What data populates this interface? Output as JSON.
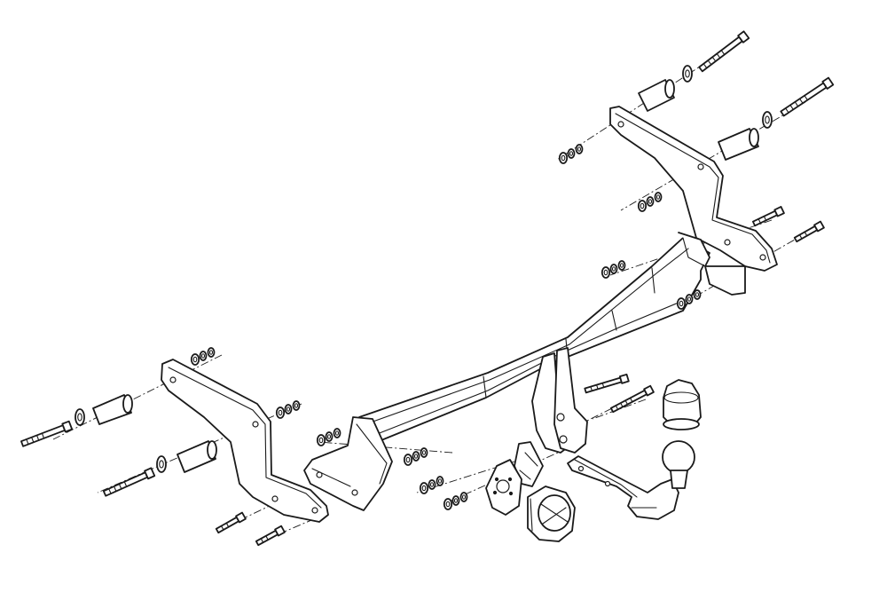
{
  "figure": {
    "type": "exploded-assembly-drawing",
    "subject": "tow bar kit",
    "text": ""
  },
  "colors": {
    "line": "#1a1a1a",
    "background": "#ffffff"
  },
  "parts": {
    "crossbar": "crossbar",
    "left_bracket": "left-side-bracket",
    "right_bracket": "right-side-bracket",
    "tow_ball_neck": "tow-ball-neck",
    "tow_ball_cover": "tow-ball-cover",
    "socket_plate": "socket-mounting-plate",
    "electrical_socket": "electrical-socket"
  }
}
